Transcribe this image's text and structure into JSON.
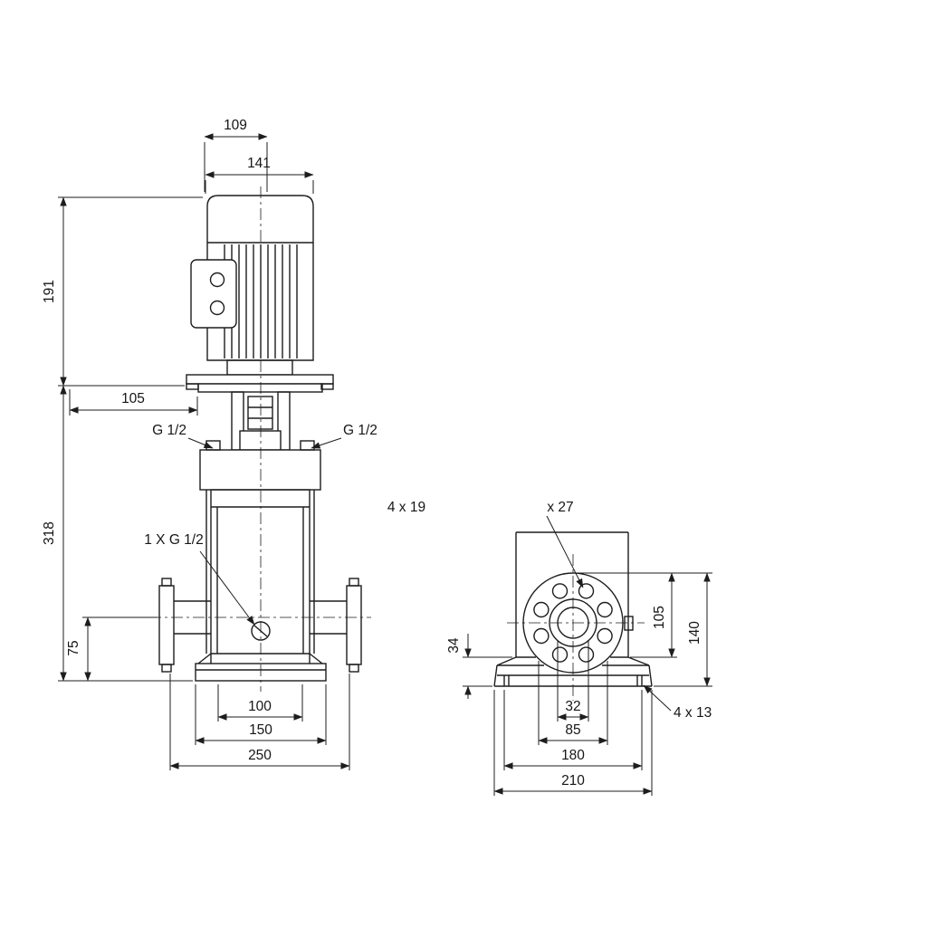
{
  "colors": {
    "line": "#1d1d1d",
    "background": "#ffffff"
  },
  "front": {
    "d109": "109",
    "d141": "141",
    "d191": "191",
    "d105": "105",
    "plug_left": "G 1/2",
    "plug_right": "G 1/2",
    "d318": "318",
    "drain": "1 X G 1/2",
    "d75": "75",
    "d100": "100",
    "d150": "150",
    "d250": "250"
  },
  "side": {
    "holes": "4 x 19",
    "counterbore": "x 27",
    "d34": "34",
    "d105": "105",
    "d140": "140",
    "d32": "32",
    "d85": "85",
    "d180": "180",
    "d210": "210",
    "base_holes": "4 x 13"
  }
}
